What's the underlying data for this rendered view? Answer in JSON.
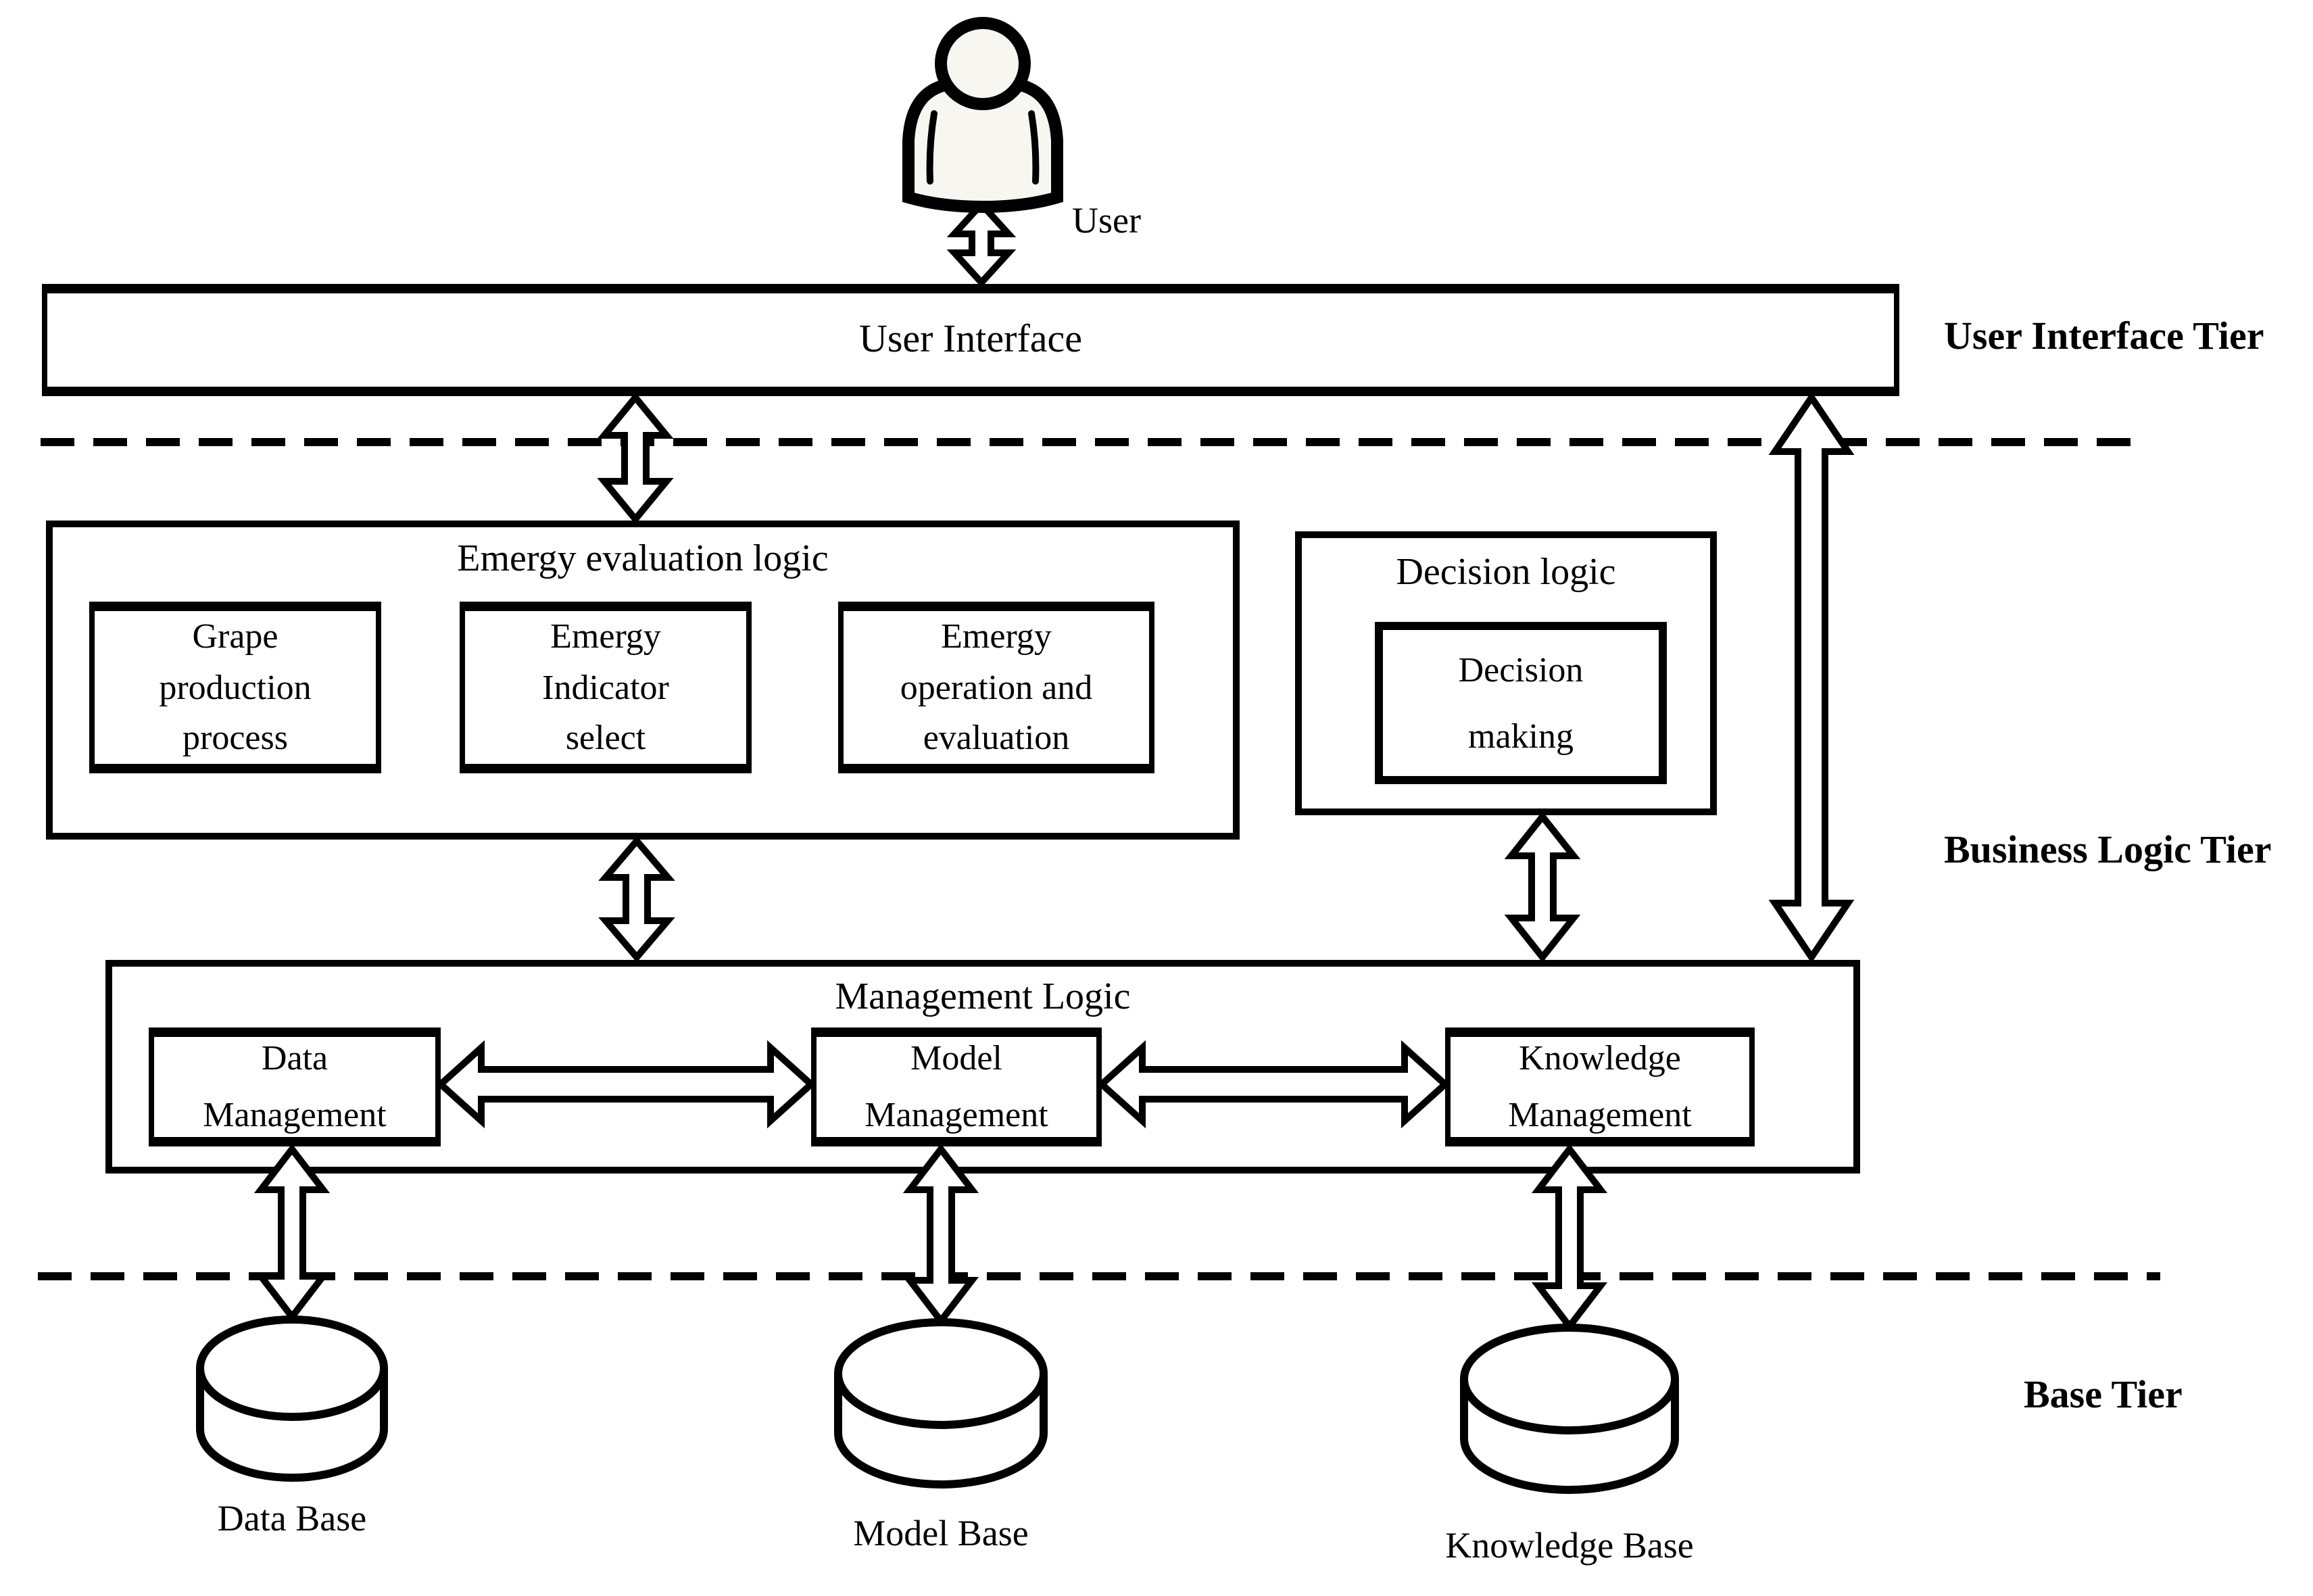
{
  "diagram": {
    "user_label": "User",
    "user_interface_label": "User Interface",
    "tier_labels": {
      "user_interface": "User Interface Tier",
      "business_logic": "Business Logic Tier",
      "base": "Base Tier"
    },
    "emergy": {
      "title": "Emergy evaluation logic",
      "grape": "Grape production process",
      "indicator": "Emergy Indicator select",
      "operation": "Emergy operation and evaluation"
    },
    "decision": {
      "title": "Decision logic",
      "making": "Decision making"
    },
    "management": {
      "title": "Management Logic",
      "data": "Data Management",
      "model": "Model Management",
      "knowledge": "Knowledge Management"
    },
    "bases": {
      "data": "Data Base",
      "model": "Model Base",
      "knowledge": "Knowledge Base"
    },
    "colors": {
      "line": "#000000",
      "background": "#ffffff",
      "icon_fill": "#f7f6f0"
    }
  }
}
